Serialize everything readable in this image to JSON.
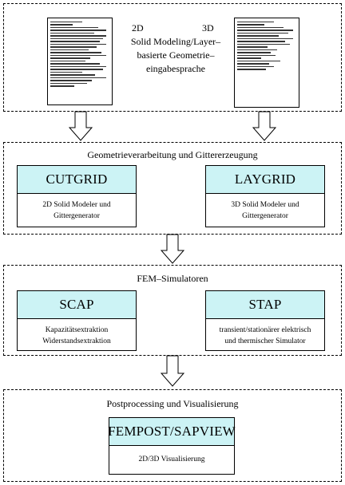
{
  "input": {
    "label_2d": "2D",
    "label_3d": "3D",
    "label_line1": "Solid Modeling/Layer–",
    "label_line2": "basierte Geometrie–",
    "label_line3": "eingabesprache"
  },
  "geometry": {
    "title": "Geometrieverarbeitung und Gittererzeugung",
    "cutgrid": {
      "name": "CUTGRID",
      "desc": "2D Solid Modeler und\nGittergenerator"
    },
    "laygrid": {
      "name": "LAYGRID",
      "desc": "3D  Solid Modeler und\nGittergenerator"
    }
  },
  "fem": {
    "title": "FEM–Simulatoren",
    "scap": {
      "name": "SCAP",
      "desc": "Kapazitätsextraktion\nWiderstandsextraktion"
    },
    "stap": {
      "name": "STAP",
      "desc": "transient/stationärer elektrisch\nund thermischer Simulator"
    }
  },
  "post": {
    "title": "Postprocessing und Visualisierung",
    "fempost": {
      "name": "FEMPOST/SAPVIEW",
      "desc": "2D/3D Visualisierung"
    }
  }
}
